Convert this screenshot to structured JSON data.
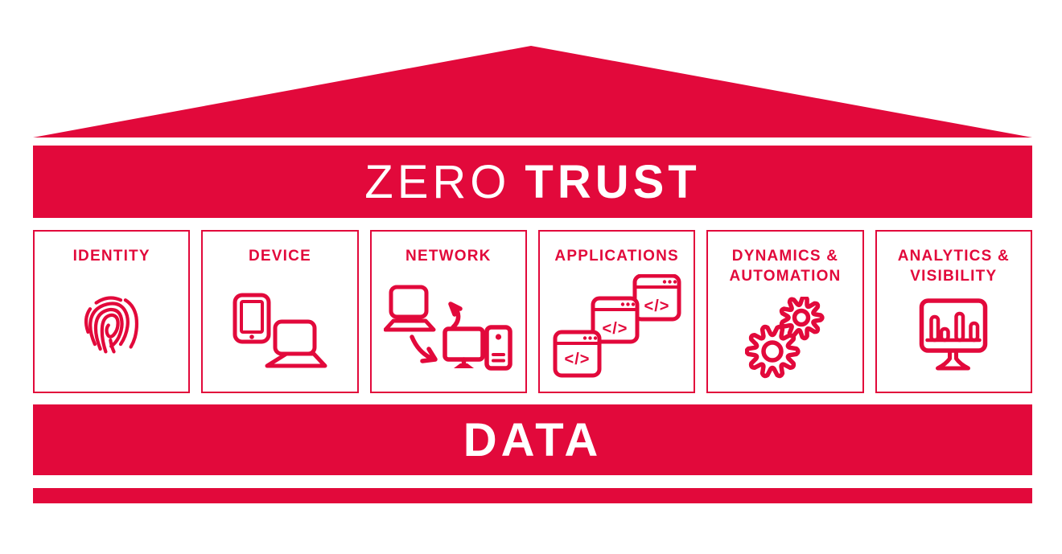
{
  "diagram": {
    "name": "zero-trust-house-diagram",
    "colors": {
      "red": "#E2093B",
      "white": "#FFFFFF"
    },
    "header": {
      "zero": "ZERO",
      "trust": "TRUST"
    },
    "pillars": [
      {
        "line1": "IDENTITY",
        "line2": "",
        "icon": "fingerprint-icon"
      },
      {
        "line1": "DEVICE",
        "line2": "",
        "icon": "tablet-laptop-icon"
      },
      {
        "line1": "NETWORK",
        "line2": "",
        "icon": "network-transfer-icon"
      },
      {
        "line1": "APPLICATIONS",
        "line2": "",
        "icon": "code-windows-icon"
      },
      {
        "line1": "DYNAMICS &",
        "line2": "AUTOMATION",
        "icon": "gears-icon"
      },
      {
        "line1": "ANALYTICS &",
        "line2": "VISIBILITY",
        "icon": "bar-chart-monitor-icon"
      }
    ],
    "code_symbol": "</>",
    "data_banner": {
      "label": "DATA"
    }
  }
}
